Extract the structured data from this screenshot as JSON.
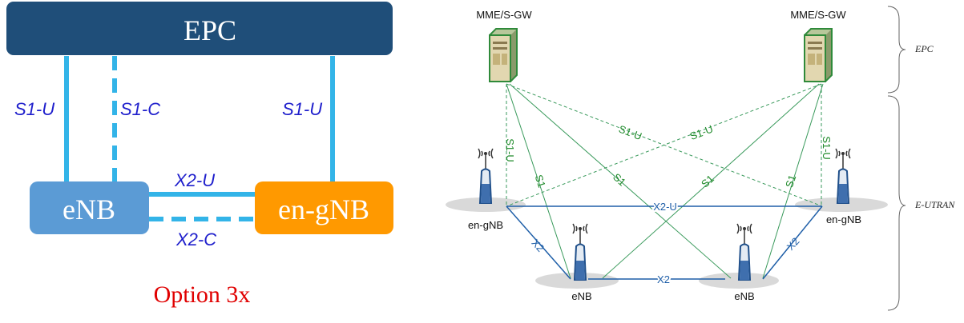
{
  "left": {
    "epc_label": "EPC",
    "enb_label": "eNB",
    "engnb_label": "en-gNB",
    "s1u_left": "S1-U",
    "s1c": "S1-C",
    "s1u_right": "S1-U",
    "x2u": "X2-U",
    "x2c": "X2-C",
    "caption": "Option 3x",
    "colors": {
      "epc": "#1f4e79",
      "enb": "#5b9bd5",
      "engnb": "#ff9900",
      "link": "#33b4e8",
      "label": "#1f1fcc",
      "caption": "#e00000"
    }
  },
  "right": {
    "mme_left": "MME/S-GW",
    "mme_right": "MME/S-GW",
    "engnb_left": "en-gNB",
    "engnb_right": "en-gNB",
    "enb_left": "eNB",
    "enb_right": "eNB",
    "s1u_vert_left": "S1-U",
    "s1u_vert_right": "S1-U",
    "s1u_diag_left": "S1-U",
    "s1u_diag_right": "S1-U",
    "s1_a": "S1",
    "s1_b": "S1",
    "s1_c": "S1",
    "s1_d": "S1",
    "x2u": "X2-U",
    "x2_left": "X2",
    "x2_bottom": "X2",
    "x2_right": "X2",
    "epc_brace": "EPC",
    "eutran_brace": "E-UTRAN",
    "colors": {
      "green_link": "#3a9a5c",
      "green_label": "#1f8a2a",
      "blue_link": "#1f5fa8",
      "blue_label": "#1f5fa8"
    }
  }
}
